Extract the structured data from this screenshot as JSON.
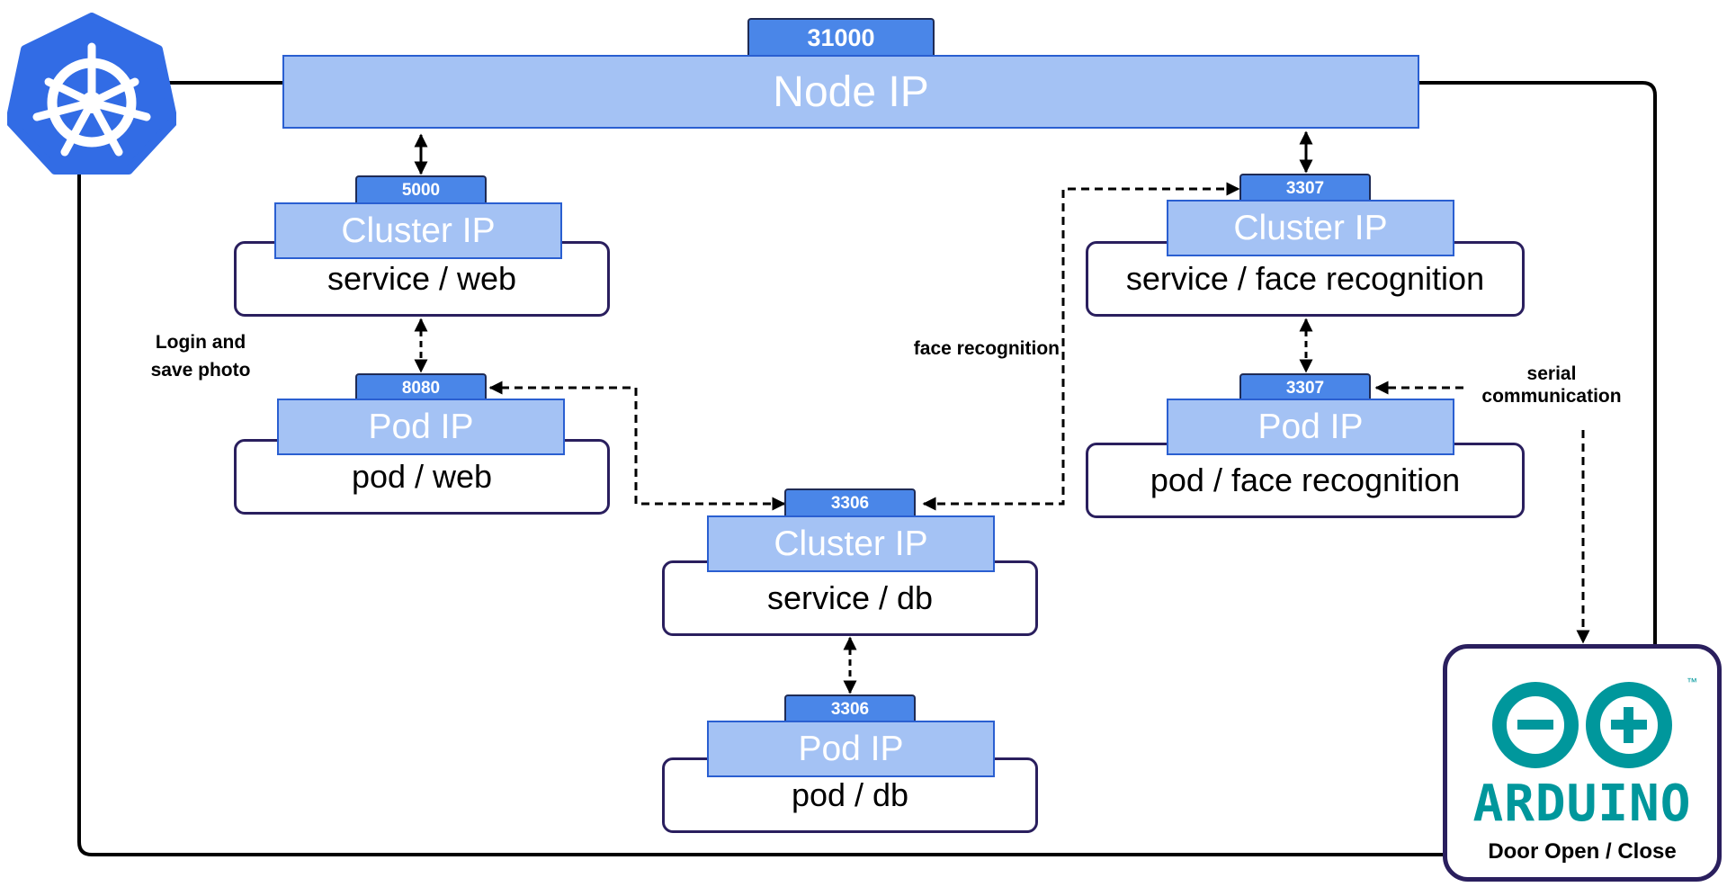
{
  "node": {
    "port": "31000",
    "label": "Node IP"
  },
  "web_service": {
    "port": "5000",
    "ip_label": "Cluster IP",
    "name": "service / web"
  },
  "web_pod": {
    "port": "8080",
    "ip_label": "Pod IP",
    "name": "pod / web"
  },
  "db_service": {
    "port": "3306",
    "ip_label": "Cluster IP",
    "name": "service / db"
  },
  "db_pod": {
    "port": "3306",
    "ip_label": "Pod IP",
    "name": "pod / db"
  },
  "face_service": {
    "port": "3307",
    "ip_label": "Cluster IP",
    "name": "service / face recognition"
  },
  "face_pod": {
    "port": "3307",
    "ip_label": "Pod IP",
    "name": "pod / face recognition"
  },
  "labels": {
    "login": "Login and save photo",
    "face": "face recognition",
    "serial": "serial communication"
  },
  "arduino": {
    "wordmark": "ARDUINO",
    "trademark": "™",
    "caption": "Door Open / Close"
  },
  "colors": {
    "port_blue": "#4a86e8",
    "ip_bar": "#a4c2f4",
    "card_border": "#2a1f5e",
    "k8s_blue": "#326ce5",
    "arduino_teal": "#00979c"
  },
  "icons": {
    "kubernetes": "kubernetes-helm-icon",
    "arduino": "arduino-infinity-icon"
  }
}
